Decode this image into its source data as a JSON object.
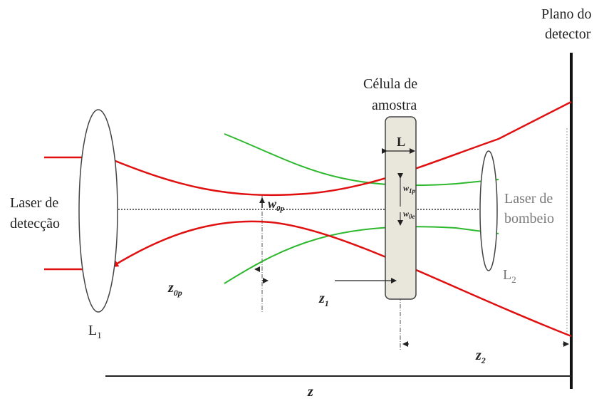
{
  "labels": {
    "detector_plane_line1": "Plano do",
    "detector_plane_line2": "detector",
    "sample_cell_line1": "Célula de",
    "sample_cell_line2": "amostra",
    "cell_thickness": "L",
    "probe_laser_line1": "Laser de",
    "probe_laser_line2": "detecção",
    "pump_laser_line1": "Laser de",
    "pump_laser_line2": "bombeio",
    "lens1_main": "L",
    "lens1_sub": "1",
    "lens2_main": "L",
    "lens2_sub": "2",
    "waist_main": "w",
    "waist_sub": "0p",
    "w1p_main": "w",
    "w1p_sub": "1p",
    "w0e_main": "w",
    "w0e_sub": "0e",
    "z0p_main": "z",
    "z0p_sub": "0p",
    "z1_main": "z",
    "z1_sub": "1",
    "z2_main": "z",
    "z2_sub": "2",
    "z_total": "z"
  },
  "colors": {
    "probe_beam": "#e01010",
    "pump_beam": "#2db82d",
    "axis": "#222222",
    "cell_fill": "#e9e6dc",
    "lens_fill": "#ffffff"
  }
}
